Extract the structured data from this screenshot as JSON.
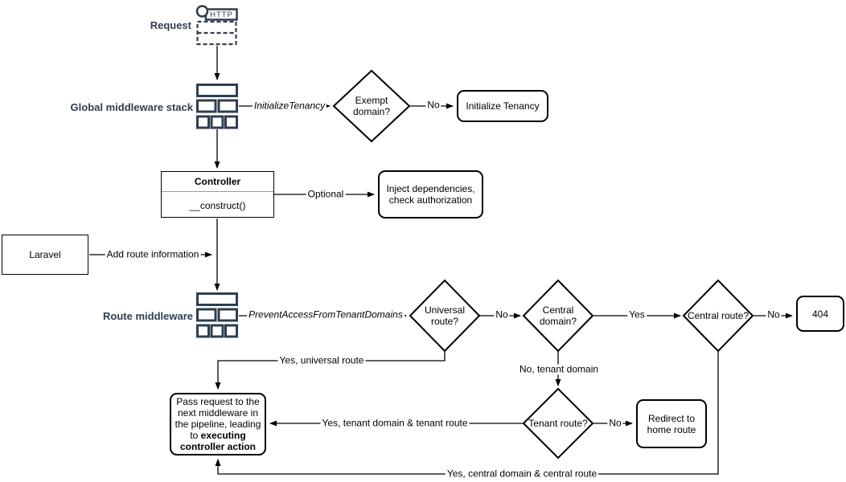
{
  "colors": {
    "accent_navy": "#2f3e50",
    "line_black": "#000000",
    "divider_gray": "#999999"
  },
  "stage_labels": {
    "request": "Request",
    "global_middleware": "Global middleware stack",
    "route_middleware": "Route middleware"
  },
  "icons": {
    "http_badge": "HTTP"
  },
  "nodes": {
    "exempt_domain": "Exempt domain?",
    "initialize_tenancy": "Initialize Tenancy",
    "controller_title": "Controller",
    "controller_constructor": "__construct()",
    "inject_dependencies": "Inject dependencies, check authorization",
    "laravel": "Laravel",
    "universal_route": "Universal route?",
    "central_domain": "Central domain?",
    "central_route": "Central route?",
    "error_404": "404",
    "tenant_route": "Tenant route?",
    "redirect_home": "Redirect to home route",
    "pass_request_plain": "Pass request to the next middleware in the pipeline, leading to ",
    "pass_request_bold": "executing controller action"
  },
  "edge_labels": {
    "initialize_tenancy_mw": "InitializeTenancy",
    "exempt_no": "No",
    "optional": "Optional",
    "add_route_information": "Add route information",
    "prevent_access_mw": "PreventAccessFromTenantDomains",
    "universal_no": "No",
    "central_domain_yes": "Yes",
    "central_route_no": "No",
    "yes_universal_route": "Yes, universal route",
    "no_tenant_domain": "No, tenant domain",
    "tenant_route_no": "No",
    "yes_tenant_domain_route": "Yes, tenant domain & tenant route",
    "yes_central_domain_route": "Yes, central domain & central route"
  }
}
